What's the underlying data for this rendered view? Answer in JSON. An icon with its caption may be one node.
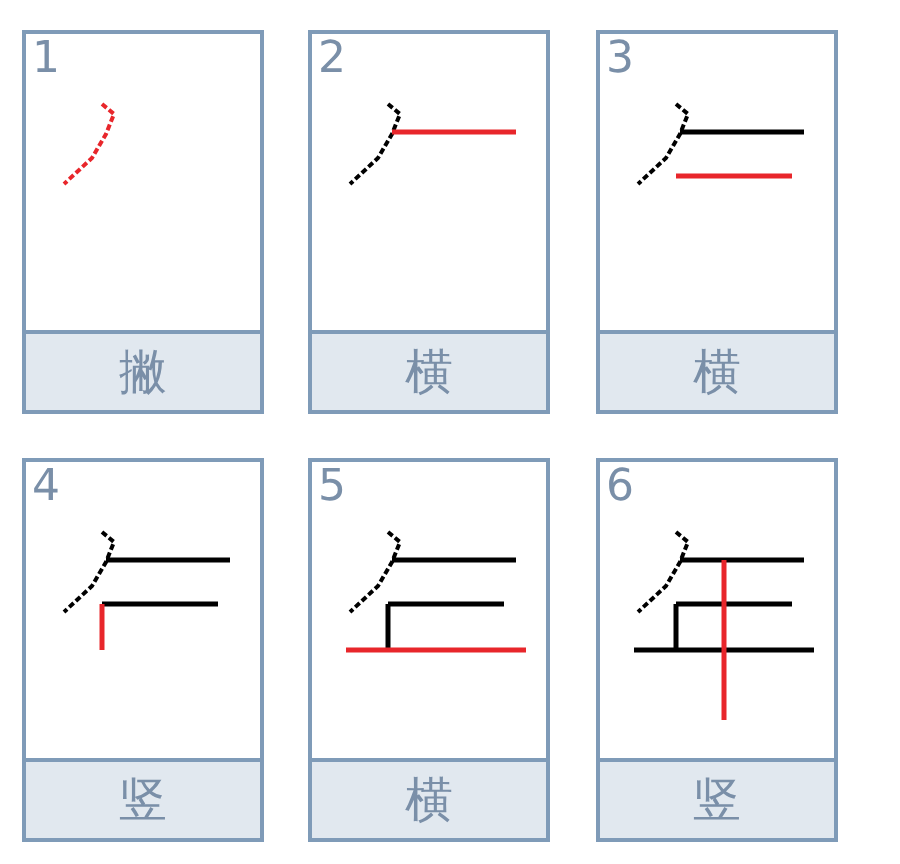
{
  "diagram": {
    "nodes": [
      {
        "text": [
          "1",
          "撇"
        ]
      },
      {
        "text": [
          "2",
          "横"
        ]
      },
      {
        "text": [
          "3",
          "横"
        ]
      },
      {
        "text": [
          "4",
          "竖"
        ]
      },
      {
        "text": [
          "5",
          "横"
        ]
      },
      {
        "text": [
          "6",
          "竖"
        ]
      }
    ]
  }
}
